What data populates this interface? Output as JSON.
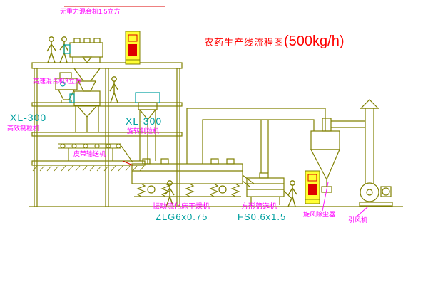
{
  "title": {
    "name": "农药生产线流程图",
    "capacity": "(500kg/h)"
  },
  "equipment_labels": {
    "gravity_mixer": "无重力混合机1.5立方",
    "high_speed_mixer": "高速混合机3立方",
    "granulator_left": {
      "model": "XL-300",
      "name": "高效制粒机"
    },
    "granulator_center": {
      "model": "XL-300",
      "name": "旋转制粒机"
    },
    "belt_conveyor": "皮带输送机",
    "fluid_bed_dryer": {
      "name": "振动流化床干燥机",
      "model": "ZLG6x0.75"
    },
    "square_sieve": {
      "name": "方形筛选机",
      "model": "FS0.6x1.5"
    },
    "cyclone": "旋风除尘器",
    "induced_draft_fan": "引风机"
  },
  "colors": {
    "drawing_line": "#808000",
    "accent_cyan": "#00A0A0",
    "label_magenta": "#FF00FF",
    "title_red": "#FF0000",
    "cabinet_yellow": "#FFFF33",
    "mark_red": "#DD0000"
  }
}
